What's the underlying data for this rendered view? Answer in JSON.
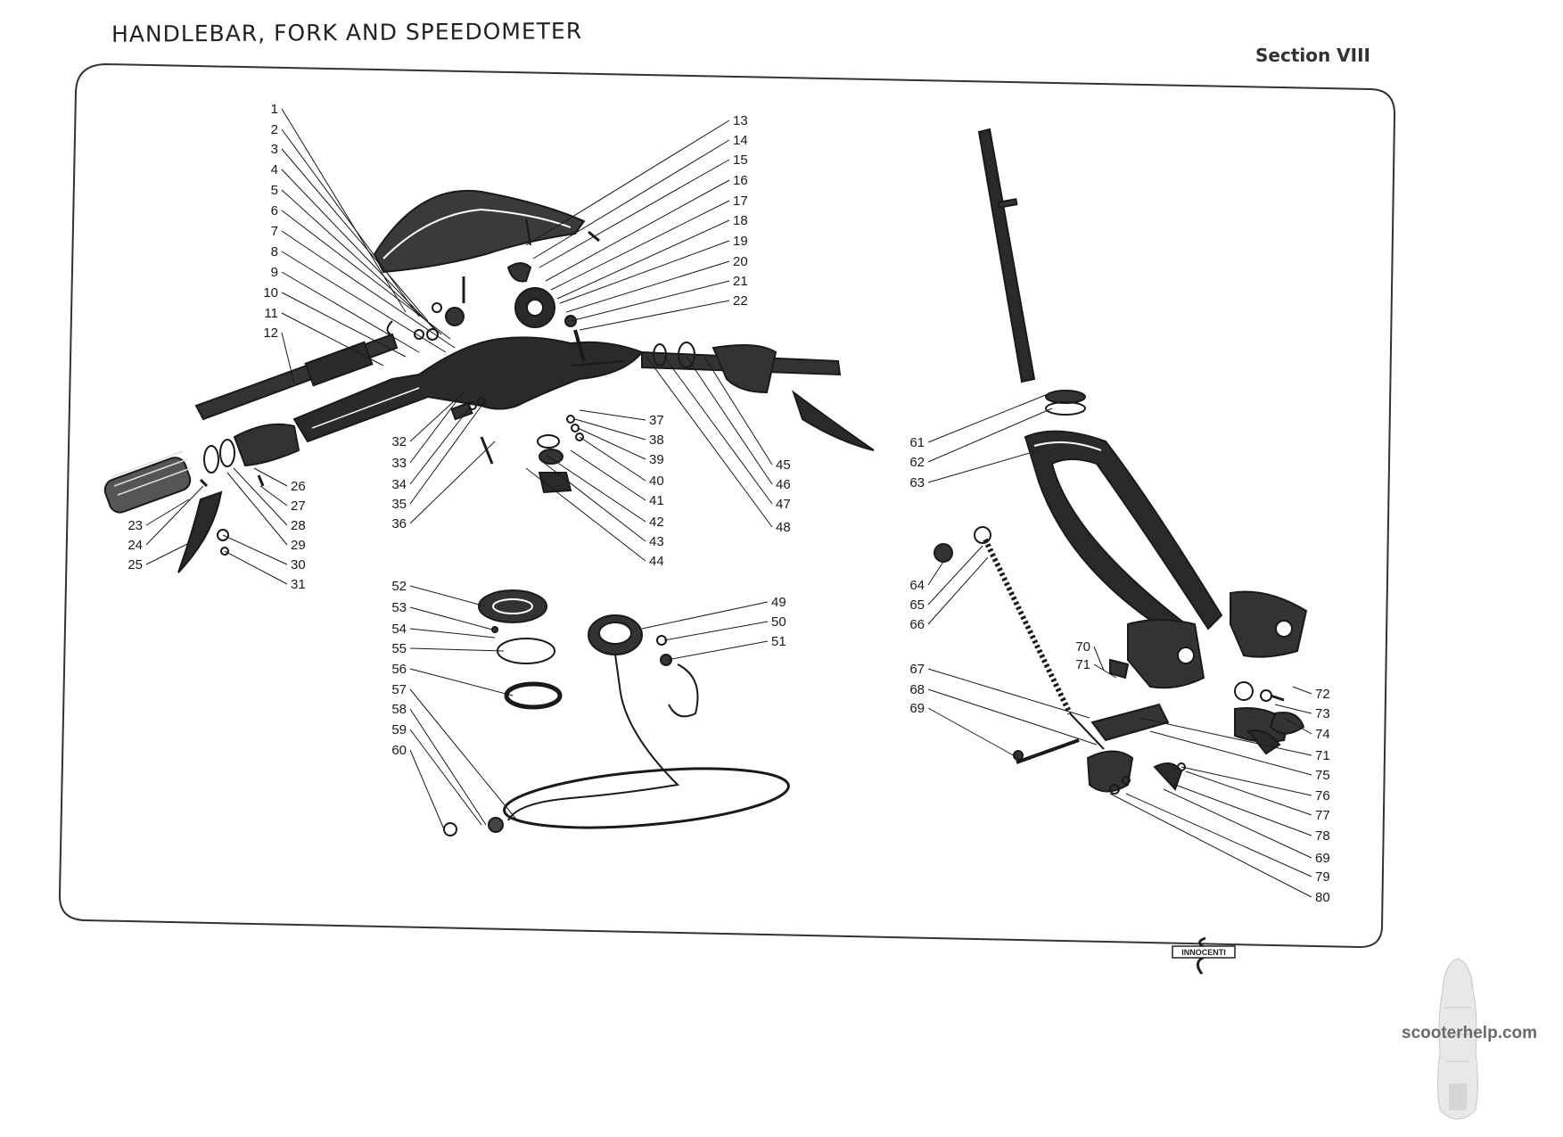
{
  "header": {
    "title": "HANDLEBAR, FORK AND SPEEDOMETER",
    "section": "Section VIII"
  },
  "brand_logo_text": "INNOCENTI",
  "watermark": {
    "text": "scooterhelp.com"
  },
  "colors": {
    "ink": "#1a1a1a",
    "paper": "#ffffff",
    "frame": "#333333"
  },
  "part_labels": [
    "1",
    "2",
    "3",
    "4",
    "5",
    "6",
    "7",
    "8",
    "9",
    "10",
    "11",
    "12",
    "13",
    "14",
    "15",
    "16",
    "17",
    "18",
    "19",
    "20",
    "21",
    "22",
    "23",
    "24",
    "25",
    "26",
    "27",
    "28",
    "29",
    "30",
    "31",
    "32",
    "33",
    "34",
    "35",
    "36",
    "37",
    "38",
    "39",
    "40",
    "41",
    "42",
    "43",
    "44",
    "45",
    "46",
    "47",
    "48",
    "49",
    "50",
    "51",
    "52",
    "53",
    "54",
    "55",
    "56",
    "57",
    "58",
    "59",
    "60",
    "61",
    "62",
    "63",
    "64",
    "65",
    "66",
    "67",
    "68",
    "69",
    "70",
    "71",
    "71",
    "72",
    "73",
    "74",
    "75",
    "76",
    "77",
    "78",
    "69",
    "79",
    "80"
  ]
}
